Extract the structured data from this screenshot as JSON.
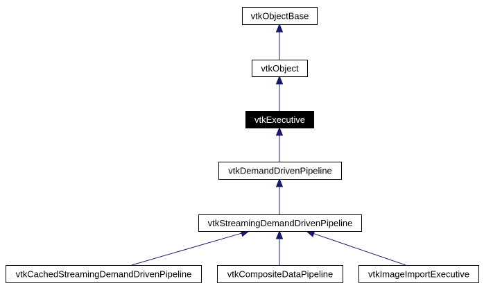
{
  "diagram": {
    "nodes": [
      {
        "id": "n1",
        "label": "vtkObjectBase",
        "active": false
      },
      {
        "id": "n2",
        "label": "vtkObject",
        "active": false
      },
      {
        "id": "n3",
        "label": "vtkExecutive",
        "active": true
      },
      {
        "id": "n4",
        "label": "vtkDemandDrivenPipeline",
        "active": false
      },
      {
        "id": "n5",
        "label": "vtkStreamingDemandDrivenPipeline",
        "active": false
      },
      {
        "id": "n6",
        "label": "vtkCachedStreamingDemandDrivenPipeline",
        "active": false
      },
      {
        "id": "n7",
        "label": "vtkCompositeDataPipeline",
        "active": false
      },
      {
        "id": "n8",
        "label": "vtkImageImportExecutive",
        "active": false
      }
    ],
    "edges": [
      {
        "from": "n2",
        "to": "n1"
      },
      {
        "from": "n3",
        "to": "n2"
      },
      {
        "from": "n4",
        "to": "n3"
      },
      {
        "from": "n5",
        "to": "n4"
      },
      {
        "from": "n6",
        "to": "n5"
      },
      {
        "from": "n7",
        "to": "n5"
      },
      {
        "from": "n8",
        "to": "n5"
      }
    ],
    "colors": {
      "edge": "#191970",
      "active_fill": "#000000",
      "active_text": "#ffffff"
    }
  }
}
